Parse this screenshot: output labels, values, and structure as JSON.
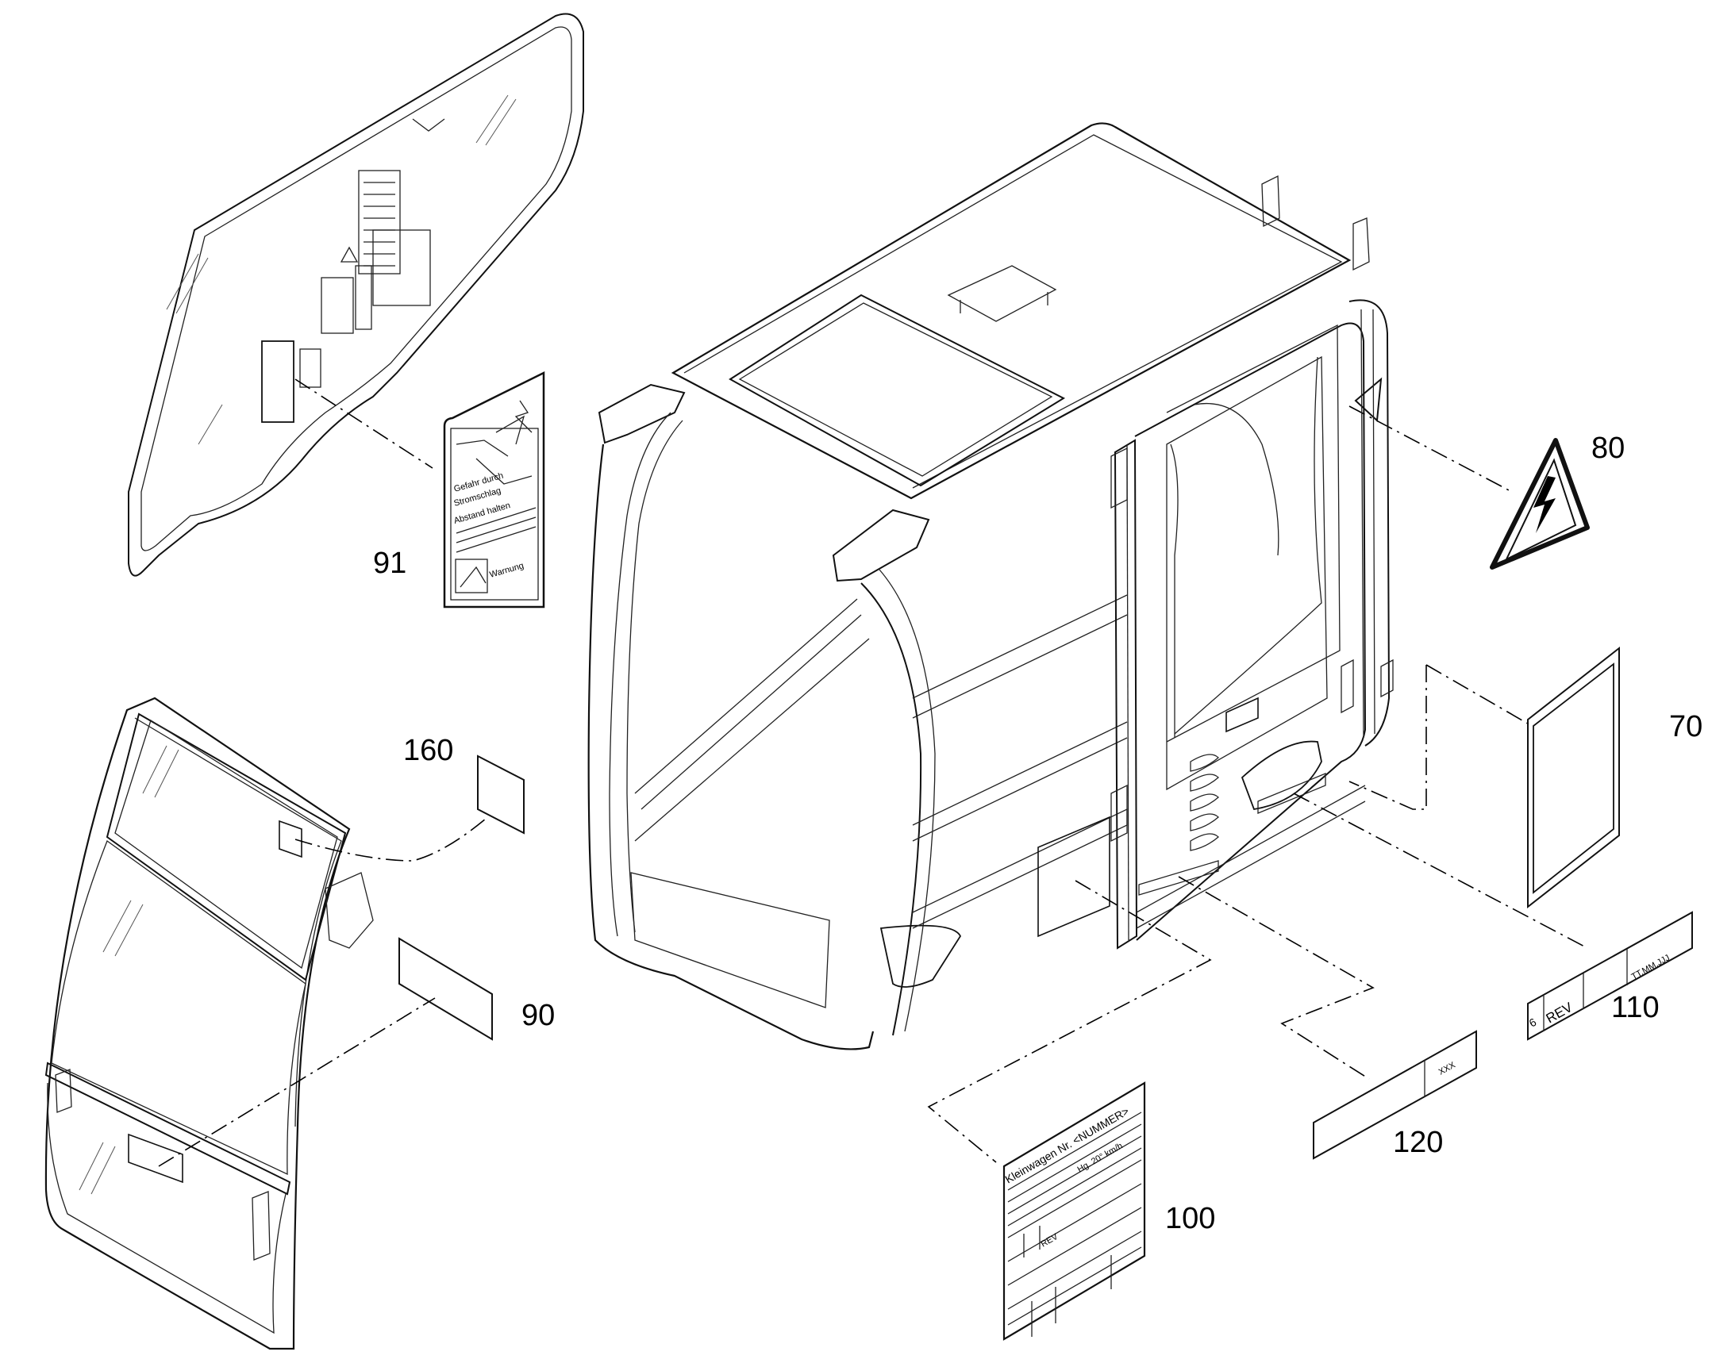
{
  "callouts": {
    "c70": "70",
    "c80": "80",
    "c90": "90",
    "c91": "91",
    "c100": "100",
    "c110": "110",
    "c120": "120",
    "c160": "160"
  },
  "label_110": {
    "rev": "REV",
    "six": "6",
    "date": "TT.MM.JJJ"
  },
  "label_120": {
    "code": "XXX"
  },
  "label_100": {
    "title": "Kleinwagen Nr. <NUMMER>",
    "rev": "REV",
    "speed": "Hg. 20° km/h"
  },
  "label_91": {
    "line1": "Gefahr durch",
    "line2": "Stromschlag",
    "line3": "Abstand halten",
    "line4": "Warnung"
  },
  "colors": {
    "ink": "#000000",
    "paper": "#ffffff"
  },
  "icons": [
    "electrical-hazard-icon",
    "first-aid-cross-icon"
  ]
}
